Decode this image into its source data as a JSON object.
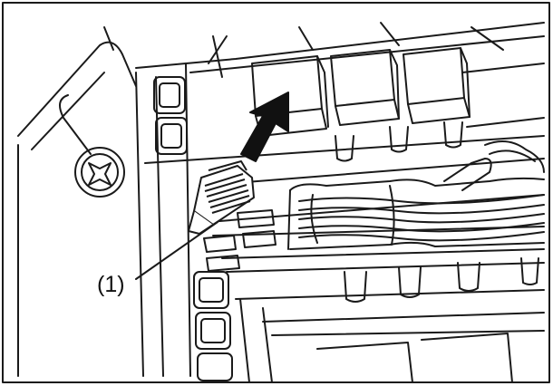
{
  "diagram": {
    "callouts": [
      {
        "id": "1",
        "label": "(1)"
      }
    ],
    "components": {
      "relays": [
        "relay-1",
        "relay-2",
        "relay-3"
      ],
      "tool": "fuse-puller",
      "action": "pull-up-arrow"
    },
    "colors": {
      "line": "#1a1a1a",
      "fill": "#ffffff",
      "arrow": "#111111"
    }
  }
}
